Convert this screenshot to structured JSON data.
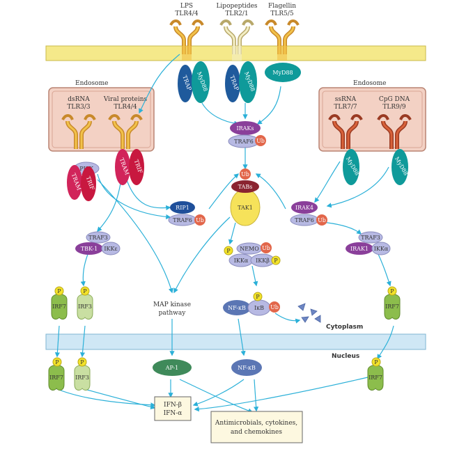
{
  "colors": {
    "membrane": "#f5e98a",
    "membrane_stroke": "#c9b94a",
    "nuclear_envelope": "#cfe7f5",
    "endosome_fill": "#f3d1c4",
    "endosome_stroke": "#b98473",
    "arrow": "#2bb0d8",
    "trap": "#1f5a9c",
    "myd88": "#0f9a9a",
    "trif": "#c8183f",
    "pink_tram": "#d1245a",
    "purple": "#8a3f9a",
    "lavender": "#b7b9e3",
    "ub": "#e2664a",
    "irf_green": "#8cbd4c",
    "irf_light": "#c9dfa2",
    "p_yellow": "#f3e32a",
    "tak1": "#f6e25a",
    "tabs": "#8a2430",
    "ap1": "#3f8a5a",
    "nfkb": "#5b76b4",
    "rip1": "#1f4f9a"
  },
  "receptor_labels": {
    "lps": [
      "LPS",
      "TLR4/4"
    ],
    "lipo": [
      "Lipopeptides",
      "TLR2/1"
    ],
    "flag": [
      "Flagellin",
      "TLR5/5"
    ],
    "dsrna": [
      "dsRNA",
      "TLR3/3"
    ],
    "viral": [
      "Viral proteins",
      "TLR4/4"
    ],
    "ssrna": [
      "ssRNA",
      "TLR7/7"
    ],
    "cpg": [
      "CpG DNA",
      "TLR9/9"
    ]
  },
  "endosome_label": "Endosome",
  "molecules": {
    "trap": "TRAP",
    "myd88": "MyD88",
    "iraks": "IRAKs",
    "traf6": "TRAF6",
    "ub": "Ub",
    "pi3k": "PI3K",
    "tram": "TRAM",
    "trif": "TRIF",
    "tabs": "TABs",
    "tak1": "TAK1",
    "rip1": "RIP1",
    "irak4": "IRAK4",
    "traf3": "TRAF3",
    "tbk1": "TBK-1",
    "ikke": "IKKε",
    "irak1": "IRAK1",
    "ikka": "IKKα",
    "nemo": "NEMO",
    "ikkb": "IKKβ",
    "p": "P",
    "irf7": "IRF7",
    "irf3": "IRF3",
    "nfkb": "NF-κB",
    "ikb": "IκB",
    "ap1": "AP-1"
  },
  "map_kinase": [
    "MAP kinase",
    "pathway"
  ],
  "compartments": {
    "cytoplasm": "Cytoplasm",
    "nucleus": "Nucleus"
  },
  "outputs": {
    "ifn": [
      "IFN-β",
      "IFN-α"
    ],
    "antimicrobials": [
      "Antimicrobials, cytokines,",
      "and chemokines"
    ]
  }
}
